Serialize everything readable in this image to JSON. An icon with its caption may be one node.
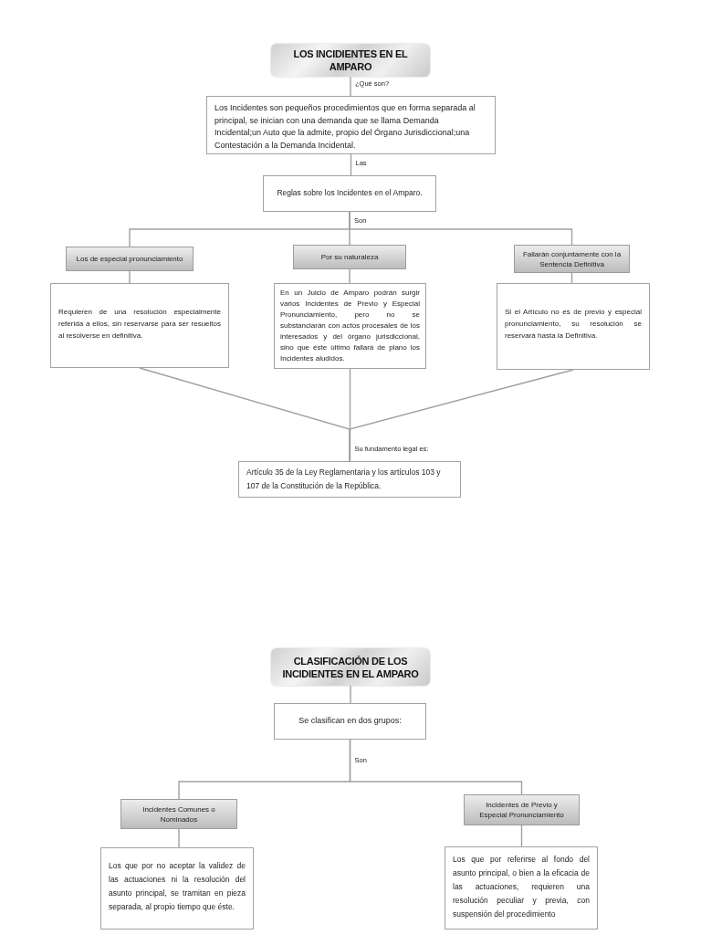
{
  "diagram": {
    "nodes": [
      {
        "text": [
          "LOS INCIDIENTES EN EL AMPARO"
        ]
      },
      {
        "text": [
          "Los Incidentes son pequeños procedimientos que en forma separada al principal, se inician con una demanda que se llama Demanda Incidental;un Auto que la admite, propio del Órgano Jurisdiccional;una Contestación a la Demanda Incidental."
        ]
      },
      {
        "text": [
          "Reglas sobre los Incidentes en el Amparo."
        ]
      },
      {
        "text": [
          "Los de especial pronunciamiento"
        ]
      },
      {
        "text": [
          "Por su naturaleza"
        ]
      },
      {
        "text": [
          "Fallarán conjuntamente con la Sentencia Definitiva"
        ]
      },
      {
        "text": [
          "Requieren de una resolución especialmente referida a ellos, sin reservarse para ser resueltos al resolverse en definitiva."
        ]
      },
      {
        "text": [
          "En un Juicio de Amparo podrán surgir varios Incidentes de Previo y Especial Pronunciamiento, pero no se substanciarán con actos procesales de los interesados y del órgano jurisdiccional, sino que éste último fallará de plano los Incidentes aludidos."
        ]
      },
      {
        "text": [
          "Si el Artículo no es de previo y especial pronunciamiento, su resolución se reservará hasta la Definitiva."
        ]
      },
      {
        "text": [
          "Artículo 35 de la Ley Reglamentaria y los artículos 103 y 107 de la Constitución de la República."
        ]
      },
      {
        "text": [
          "CLASIFICACIÓN DE LOS INCIDIENTES EN EL AMPARO"
        ]
      },
      {
        "text": [
          "Se clasifican en dos grupos:"
        ]
      },
      {
        "text": [
          "Incidentes Comunes o Nominados"
        ]
      },
      {
        "text": [
          "Incidentes de Previo y Especial Pronunciamiento"
        ]
      },
      {
        "text": [
          "Los que por no aceptar la validez de las actuaciones ni la resolución del asunto principal, se tramitan en pieza separada, al propio tiempo que éste."
        ]
      },
      {
        "text": [
          "Los que por referirse al fondo del asunto principal, o bien a la eficacia de las actuaciones, requieren una resolución peculiar y previa, con suspensión del procedimiento"
        ]
      }
    ],
    "edges": [
      {
        "from": 0,
        "to": 1,
        "arrow": "none",
        "label": "¿Qué son?"
      },
      {
        "from": 1,
        "to": 2,
        "arrow": "none",
        "label": "Las"
      },
      {
        "from": 2,
        "to": 3,
        "arrow": "none",
        "label": "Son"
      },
      {
        "from": 2,
        "to": 4,
        "arrow": "none"
      },
      {
        "from": 2,
        "to": 5,
        "arrow": "none"
      },
      {
        "from": 3,
        "to": 6,
        "arrow": "none"
      },
      {
        "from": 4,
        "to": 7,
        "arrow": "none"
      },
      {
        "from": 5,
        "to": 8,
        "arrow": "none"
      },
      {
        "from": 6,
        "to": 9,
        "arrow": "none"
      },
      {
        "from": 7,
        "to": 9,
        "arrow": "none",
        "label": "Su fundamento legal es:"
      },
      {
        "from": 8,
        "to": 9,
        "arrow": "none"
      },
      {
        "from": 10,
        "to": 11,
        "arrow": "none"
      },
      {
        "from": 11,
        "to": 12,
        "arrow": "none",
        "label": "Son"
      },
      {
        "from": 11,
        "to": 13,
        "arrow": "none"
      },
      {
        "from": 12,
        "to": 14,
        "arrow": "none"
      },
      {
        "from": 13,
        "to": 15,
        "arrow": "none"
      }
    ]
  }
}
